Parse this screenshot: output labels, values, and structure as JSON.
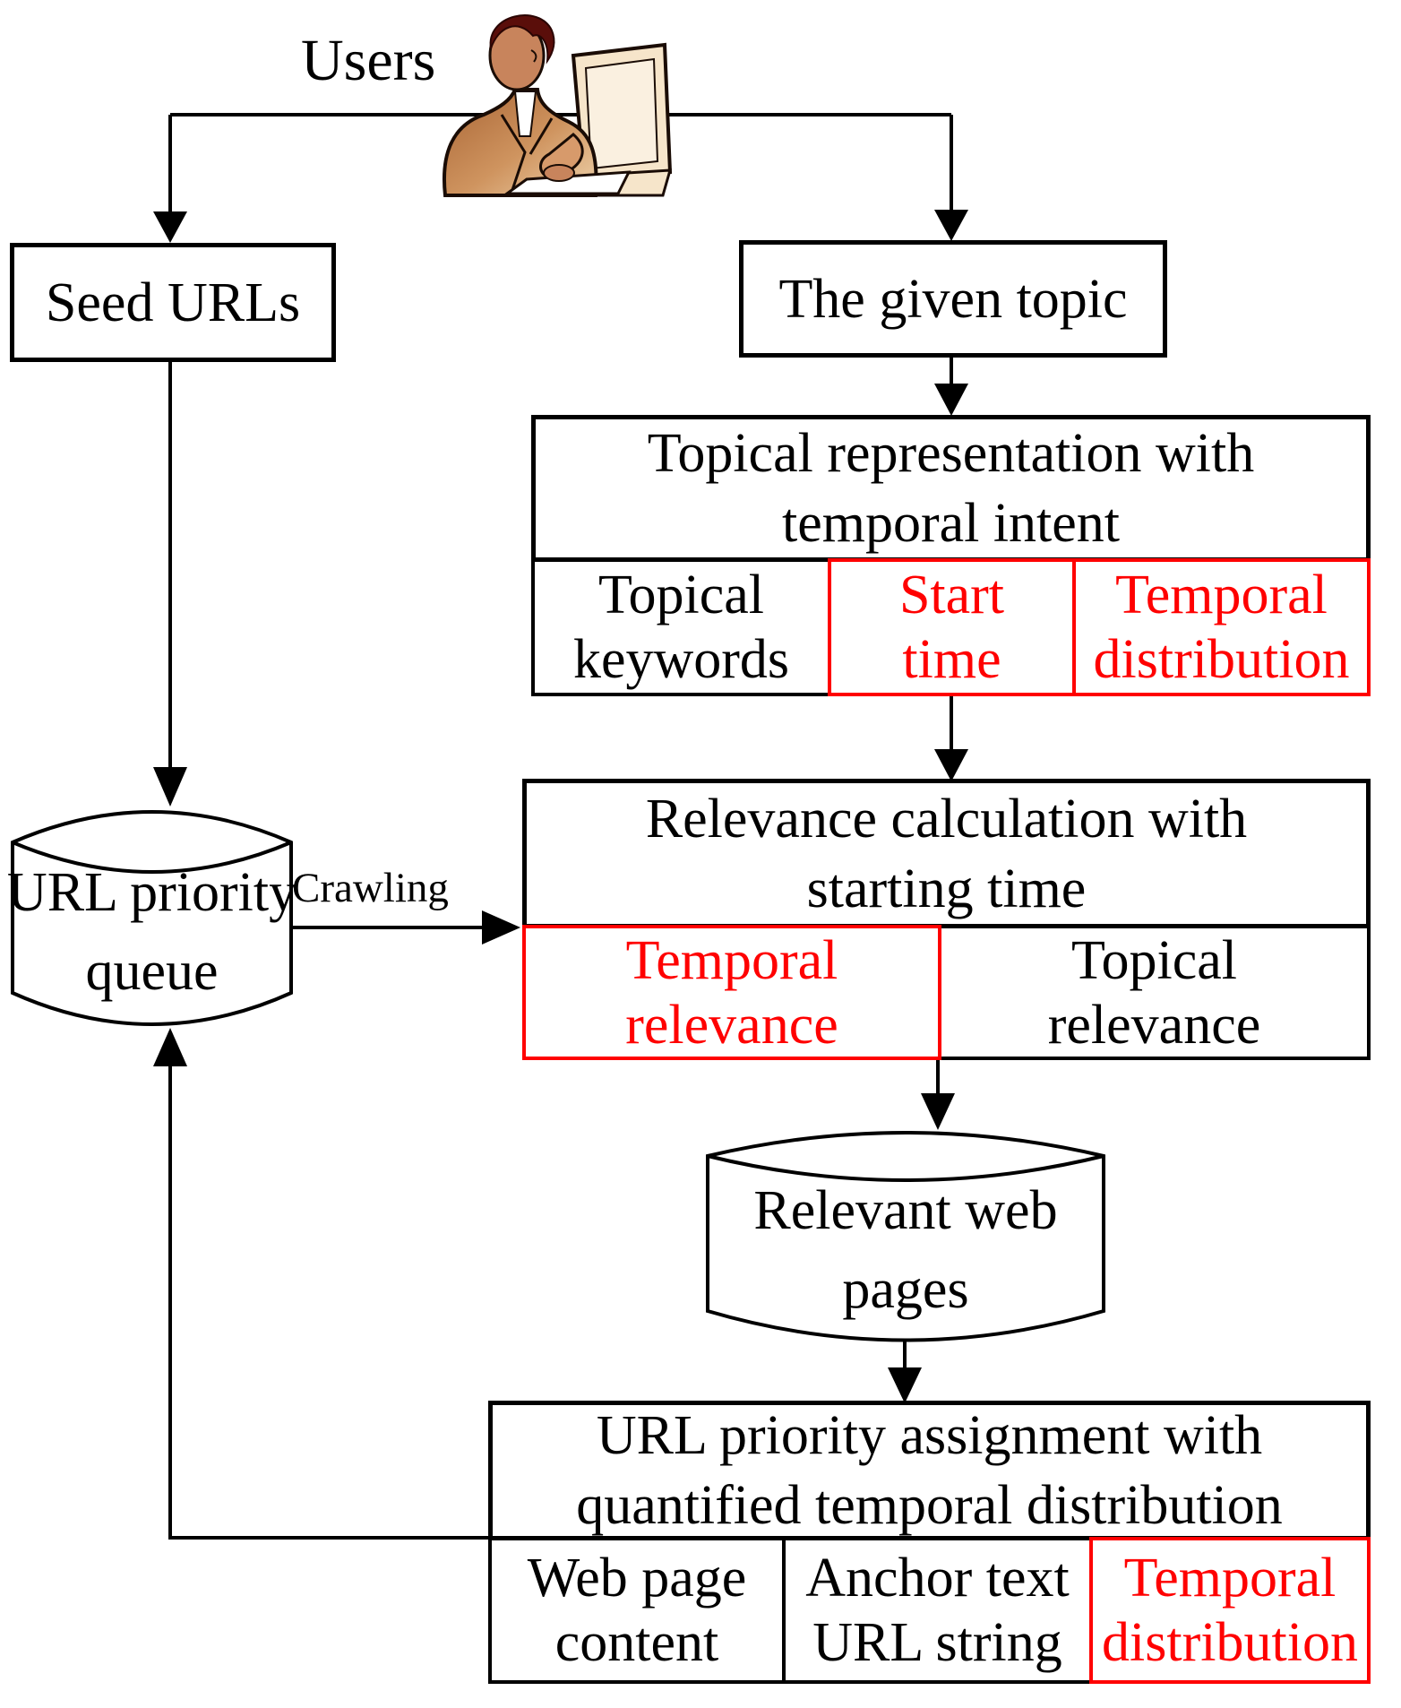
{
  "labels": {
    "users": "Users",
    "crawling": "Crawling"
  },
  "nodes": {
    "seed_urls": {
      "title": "Seed URLs"
    },
    "given_topic": {
      "title": "The given topic"
    },
    "url_priority_queue": {
      "line1": "URL priority",
      "line2": "queue"
    },
    "relevant_web_pages": {
      "line1": "Relevant web",
      "line2": "pages"
    },
    "topical_representation": {
      "header_line1": "Topical representation with",
      "header_line2": "temporal intent",
      "cells": [
        {
          "line1": "Topical",
          "line2": "keywords"
        },
        {
          "line1": "Start",
          "line2": "time"
        },
        {
          "line1": "Temporal",
          "line2": "distribution"
        }
      ]
    },
    "relevance_calculation": {
      "header_line1": "Relevance calculation with",
      "header_line2": "starting time",
      "cells": [
        {
          "line1": "Temporal",
          "line2": "relevance"
        },
        {
          "line1": "Topical",
          "line2": "relevance"
        }
      ]
    },
    "url_priority_assignment": {
      "header_line1": "URL priority assignment with",
      "header_line2": "quantified temporal distribution",
      "cells": [
        {
          "line1": "Web page",
          "line2": "content"
        },
        {
          "line1": "Anchor text",
          "line2": "URL string"
        },
        {
          "line1": "Temporal",
          "line2": "distribution"
        }
      ]
    }
  },
  "colors": {
    "highlight": "#ff0000",
    "ink": "#000000",
    "background": "#ffffff"
  }
}
